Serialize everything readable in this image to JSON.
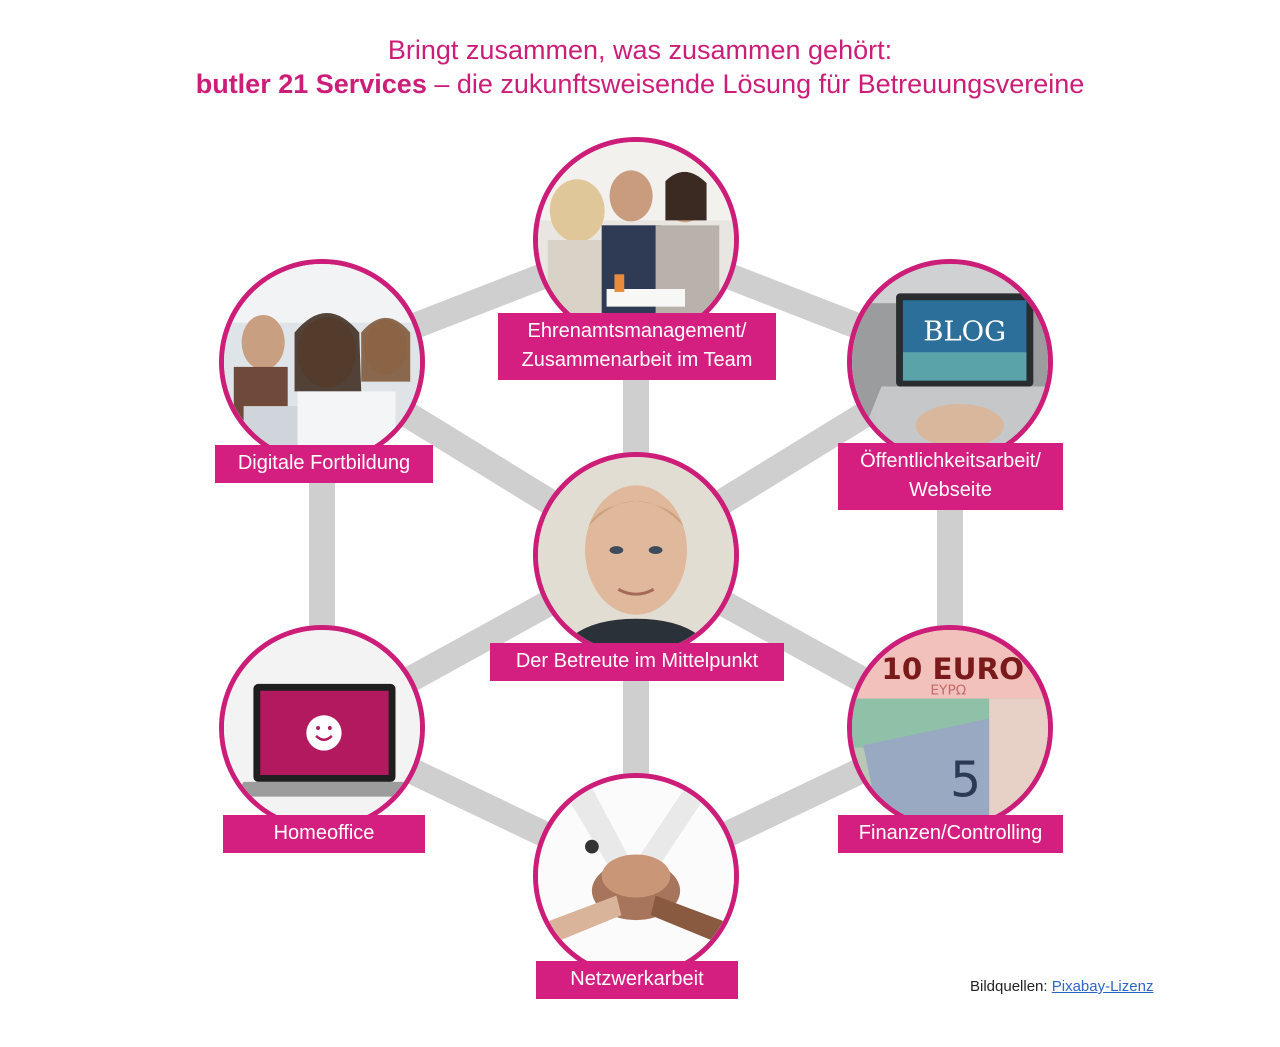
{
  "header": {
    "line1": "Bringt zusammen, was zusammen gehört:",
    "line2_bold": "butler 21 Services",
    "line2_rest": " – die zukunftsweisende Lösung für Betreuungsvereine"
  },
  "nodes": {
    "top": {
      "label_line1": "Ehrenamtsmanagement/",
      "label_line2": "Zusammenarbeit im Team"
    },
    "upper_left": {
      "label": "Digitale Fortbildung"
    },
    "upper_right": {
      "label_line1": "Öffentlichkeitsarbeit/",
      "label_line2": "Webseite",
      "blog_text": "BLOG"
    },
    "center": {
      "label": "Der Betreute im Mittelpunkt"
    },
    "lower_left": {
      "label": "Homeoffice"
    },
    "lower_right": {
      "label": "Finanzen/Controlling",
      "note_text": "10 EURO",
      "note_text_2": "ΕΥΡΩ",
      "note_5": "5"
    },
    "bottom": {
      "label": "Netzwerkarbeit"
    }
  },
  "credit": {
    "prefix": "Bildquellen: ",
    "link": "Pixabay-Lizenz"
  },
  "colors": {
    "accent": "#cc1d78",
    "label_bg": "#d51f80",
    "connector": "#cfcfcf"
  }
}
